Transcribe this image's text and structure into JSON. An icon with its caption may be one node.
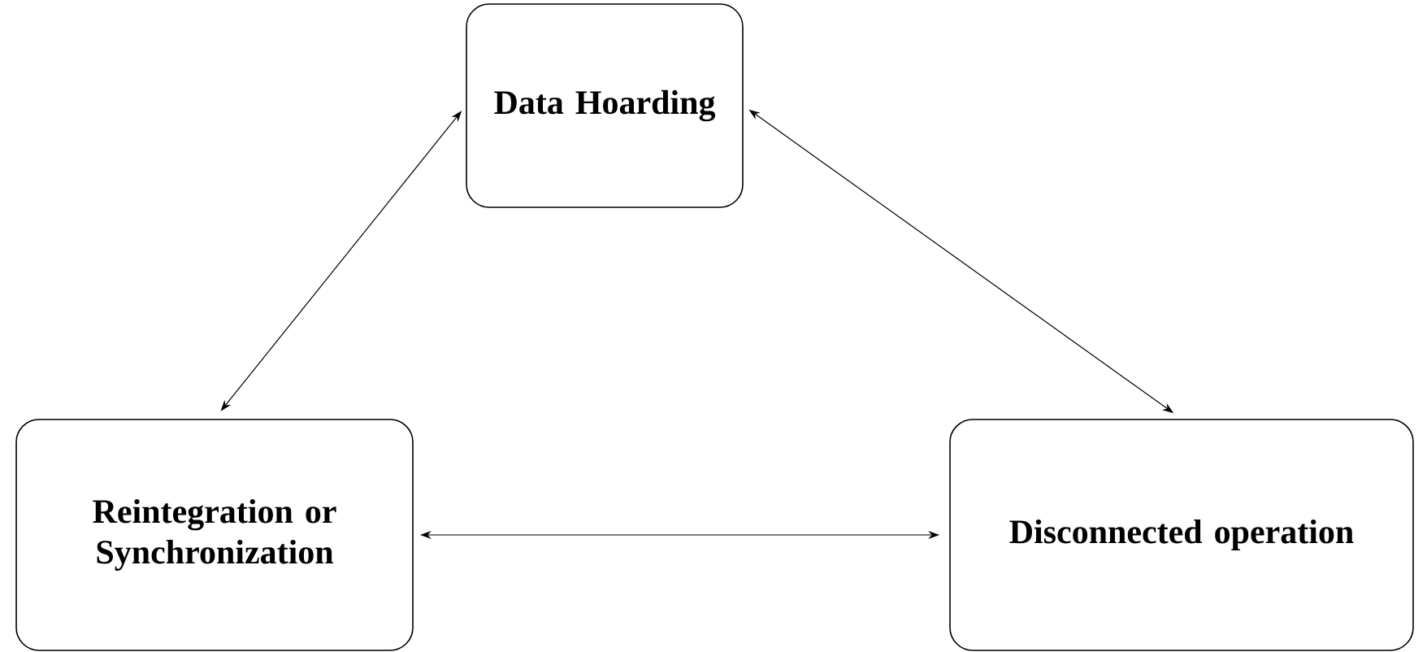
{
  "diagram": {
    "nodes": [
      {
        "text": [
          "Data Hoarding"
        ]
      },
      {
        "text": [
          "Reintegration or Synchronization"
        ]
      },
      {
        "text": [
          "Disconnected operation"
        ]
      }
    ],
    "edges": [
      {
        "from": 0,
        "to": 1,
        "arrow": "both"
      },
      {
        "from": 0,
        "to": 2,
        "arrow": "both"
      },
      {
        "from": 1,
        "to": 2,
        "arrow": "both"
      }
    ]
  }
}
